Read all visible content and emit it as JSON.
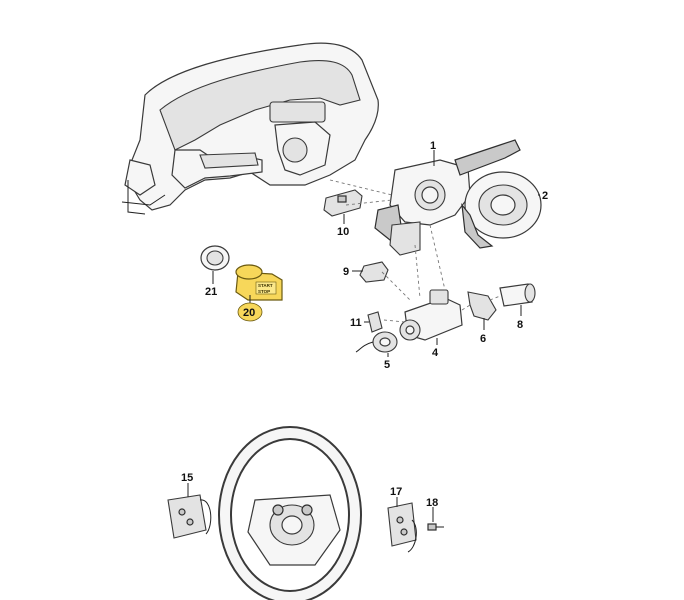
{
  "diagram": {
    "parts": [
      {
        "number": "1"
      },
      {
        "number": "2"
      },
      {
        "number": "4"
      },
      {
        "number": "5"
      },
      {
        "number": "6"
      },
      {
        "number": "8"
      },
      {
        "number": "9"
      },
      {
        "number": "10"
      },
      {
        "number": "11"
      },
      {
        "number": "15"
      },
      {
        "number": "17"
      },
      {
        "number": "18"
      },
      {
        "number": "20",
        "highlighted": true,
        "highlight_color": "#f7d75a"
      },
      {
        "number": "21"
      }
    ],
    "start_stop_button": {
      "line1": "START",
      "line2": "STOP"
    }
  }
}
